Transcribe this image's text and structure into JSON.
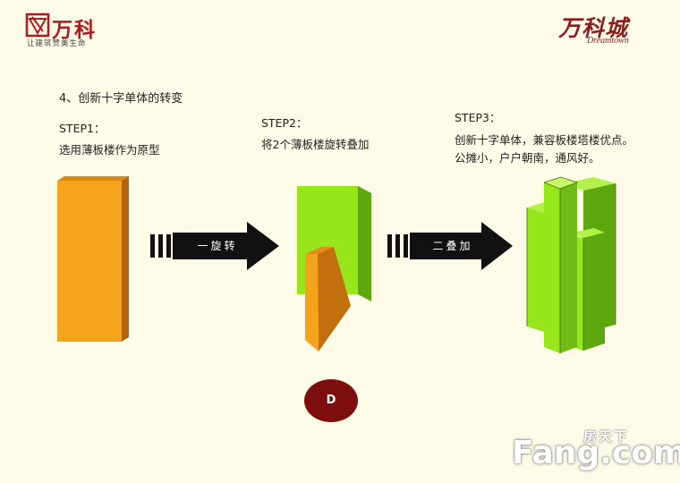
{
  "header": {
    "left_logo": {
      "icon": "vanke-logo-icon",
      "name": "万科",
      "slogan": "让建筑赞美生命"
    },
    "right_logo": {
      "name": "万科城",
      "subtitle": "Dreamtown"
    }
  },
  "title": "4、创新十字单体的转变",
  "steps": [
    {
      "label": "STEP1：",
      "desc": [
        "选用薄板楼作为原型"
      ]
    },
    {
      "label": "STEP2：",
      "desc": [
        "将2个薄板楼旋转叠加"
      ]
    },
    {
      "label": "STEP3：",
      "desc": [
        "创新十字单体，兼容板楼塔楼优点。",
        "公摊小，户户朝南，通风好。"
      ]
    }
  ],
  "arrows": [
    {
      "label": "一旋转",
      "icon": "right-arrow-icon"
    },
    {
      "label": "二叠加",
      "icon": "right-arrow-icon"
    }
  ],
  "badge": {
    "label": "D"
  },
  "watermark": {
    "cn": "房天下",
    "en": "Fang.com"
  },
  "colors": {
    "background": "#fdfae8",
    "orange_front": "#f6a31c",
    "orange_side": "#c26f0d",
    "green_front": "#97e61c",
    "green_side": "#5fa70f",
    "arrow": "#111111",
    "badge": "#7e0d0d",
    "brand_red": "#b11a1a"
  }
}
